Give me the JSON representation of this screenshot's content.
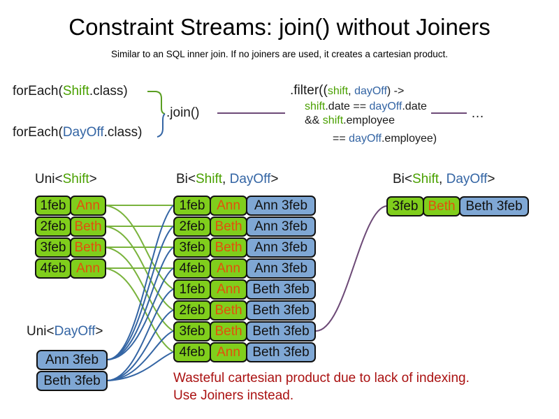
{
  "slide": {
    "title": "Constraint Streams: join() without Joiners",
    "subtitle": "Similar to an SQL inner join. If no joiners are used, it creates a cartesian product."
  },
  "colors": {
    "shift_green": "#4aa000",
    "dayoff_blue": "#3465a4",
    "box_green": "#80ce1c",
    "box_blue": "#7fa7d4",
    "employee_orange": "#e2500c",
    "warning_red": "#aa1111",
    "connector_purple": "#6d4a77"
  },
  "code": {
    "foreach_shift": {
      "prefix": "forEach(",
      "type": "Shift",
      "suffix": ".class)"
    },
    "foreach_dayoff": {
      "prefix": "forEach(",
      "type": "DayOff",
      "suffix": ".class)"
    },
    "join_label": ".join()",
    "filter": {
      "line1_prefix": ".filter((",
      "line1_shift": "shift",
      "line1_comma": ", ",
      "line1_dayoff": "dayOff",
      "line1_suffix": ") ->",
      "line2_shift": "shift",
      "line2_mid": ".date == ",
      "line2_dayoff": "dayOff",
      "line2_end": ".date",
      "line3_prefix": "&& ",
      "line3_shift": "shift",
      "line3_end": ".employee",
      "line4_prefix": "== ",
      "line4_dayoff": "dayOff",
      "line4_end": ".employee)"
    },
    "ellipsis": "…"
  },
  "streams": {
    "uni_shift_header": {
      "prefix": "Uni<",
      "type": "Shift",
      "suffix": ">"
    },
    "uni_dayoff_header": {
      "prefix": "Uni<",
      "type": "DayOff",
      "suffix": ">"
    },
    "bi_left_header": {
      "prefix": "Bi<",
      "type1": "Shift",
      "comma": ", ",
      "type2": "DayOff",
      "suffix": ">"
    },
    "bi_right_header": {
      "prefix": "Bi<",
      "type1": "Shift",
      "comma": ", ",
      "type2": "DayOff",
      "suffix": ">"
    }
  },
  "uni_shift_rows": [
    {
      "date": "1feb",
      "employee": "Ann"
    },
    {
      "date": "2feb",
      "employee": "Beth"
    },
    {
      "date": "3feb",
      "employee": "Beth"
    },
    {
      "date": "4feb",
      "employee": "Ann"
    }
  ],
  "uni_dayoff_rows": [
    {
      "label": "Ann 3feb"
    },
    {
      "label": "Beth 3feb"
    }
  ],
  "bi_left_rows": [
    {
      "date": "1feb",
      "employee": "Ann",
      "dayoff": "Ann 3feb"
    },
    {
      "date": "2feb",
      "employee": "Beth",
      "dayoff": "Ann 3feb"
    },
    {
      "date": "3feb",
      "employee": "Beth",
      "dayoff": "Ann 3feb"
    },
    {
      "date": "4feb",
      "employee": "Ann",
      "dayoff": "Ann 3feb"
    },
    {
      "date": "1feb",
      "employee": "Ann",
      "dayoff": "Beth 3feb"
    },
    {
      "date": "2feb",
      "employee": "Beth",
      "dayoff": "Beth 3feb"
    },
    {
      "date": "3feb",
      "employee": "Beth",
      "dayoff": "Beth 3feb"
    },
    {
      "date": "4feb",
      "employee": "Ann",
      "dayoff": "Beth 3feb"
    }
  ],
  "bi_right_rows": [
    {
      "date": "3feb",
      "employee": "Beth",
      "dayoff": "Beth 3feb"
    }
  ],
  "warning": {
    "line1": "Wasteful cartesian product due to lack of indexing.",
    "line2": "Use Joiners instead."
  }
}
